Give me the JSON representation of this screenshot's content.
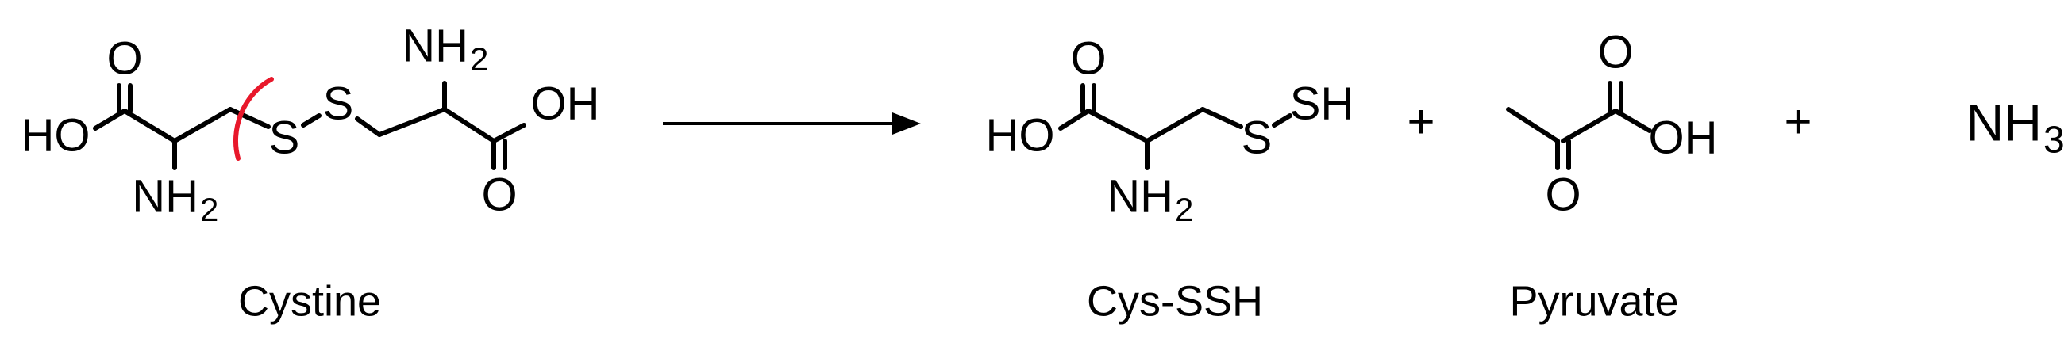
{
  "colors": {
    "ink": "#000000",
    "cleavage_mark": "#e8182b",
    "background": "#ffffff"
  },
  "atoms": {
    "O": "O",
    "HO": "HO",
    "OH": "OH",
    "S": "S",
    "SH": "SH",
    "NH": "NH",
    "two": "2",
    "three": "3"
  },
  "compounds": {
    "cystine": {
      "caption": "Cystine"
    },
    "cys_ssh": {
      "caption": "Cys-SSH"
    },
    "pyruvate": {
      "caption": "Pyruvate"
    },
    "ammonia": {
      "formula_main": "NH",
      "formula_sub": "3"
    }
  },
  "operators": {
    "plus": "+"
  },
  "icons": {
    "reaction_arrow": "arrow-right-icon",
    "cleavage_mark": "curved-cut-mark"
  }
}
